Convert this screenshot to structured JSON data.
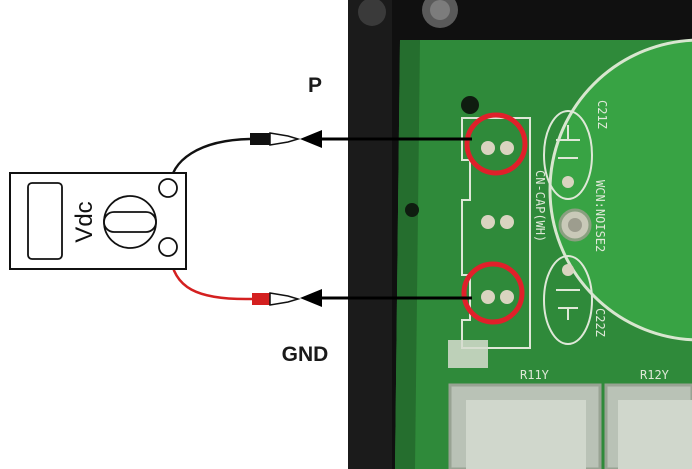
{
  "labels": {
    "positive_terminal": "P",
    "ground_terminal": "GND"
  },
  "meter": {
    "mode_label": "Vdc"
  },
  "board": {
    "silkscreen": {
      "connector": "CN-CAP(WH)",
      "noise_label": "WCN:NOISE2",
      "cap_top": "C21Z",
      "cap_bottom": "C22Z",
      "res_left": "R11Y",
      "res_right": "R12Y"
    }
  },
  "colors": {
    "probe_negative": "#111111",
    "probe_positive": "#d42020",
    "highlight_circle": "#e0202a",
    "pcb_green": "#2f8a3a",
    "pcb_dark": "#0d0d0d",
    "arrow": "#000000"
  }
}
